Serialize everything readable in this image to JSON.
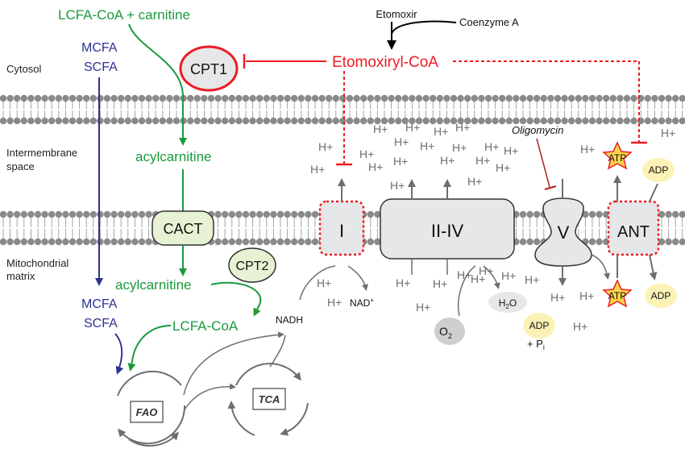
{
  "regions": {
    "cytosol": "Cytosol",
    "intermembrane_line1": "Intermembrane",
    "intermembrane_line2": "space",
    "matrix_line1": "Mitochondrial",
    "matrix_line2": "matrix"
  },
  "inhibitors": {
    "etomoxir": "Etomoxir",
    "coenzyme_a": "Coenzyme A",
    "etomoxiryl_coa": "Etomoxiryl-CoA",
    "oligomycin": "Oligomycin"
  },
  "metabolites": {
    "lcfa_carnitine": "LCFA-CoA + carnitine",
    "acylcarnitine_ims": "acylcarnitine",
    "acylcarnitine_matrix": "acylcarnitine",
    "lcfa_coa": "LCFA-CoA",
    "mcfa_top": "MCFA",
    "scfa_top": "SCFA",
    "mcfa_bottom": "MCFA",
    "scfa_bottom": "SCFA",
    "nadh": "NADH",
    "nad": "NAD",
    "nad_sup": "+",
    "h2o_h": "H",
    "h2o_sub": "2",
    "h2o_o": "O",
    "o2": "O",
    "o2_sub": "2",
    "adp_pi_line2_a": "+ P",
    "adp_pi_line2_sub": "i"
  },
  "transporters": {
    "cpt1": "CPT1",
    "cact": "CACT",
    "cpt2": "CPT2",
    "complex_i": "I",
    "complex_ii_iv": "II-IV",
    "complex_v": "V",
    "ant": "ANT"
  },
  "energy": {
    "atp_ims": "ATP",
    "adp_ims": "ADP",
    "atp_matrix": "ATP",
    "adp_matrix_right": "ADP",
    "adp_matrix_pi": "ADP"
  },
  "cycles": {
    "fao": "FAO",
    "tca": "TCA"
  },
  "protons": {
    "label": "H+",
    "ims_count": 21,
    "matrix_count": 13
  },
  "colors": {
    "green": "#1a9a3c",
    "navy": "#2e3192",
    "red": "#ed1c24",
    "gray": "#6d6e71",
    "protein_fill": "#e6e7e8",
    "cact_fill": "#e6f2d3",
    "atp_star": "#f7d44a",
    "adp_fill": "#fdf2b6",
    "o2_fill": "#cfcfcf"
  }
}
